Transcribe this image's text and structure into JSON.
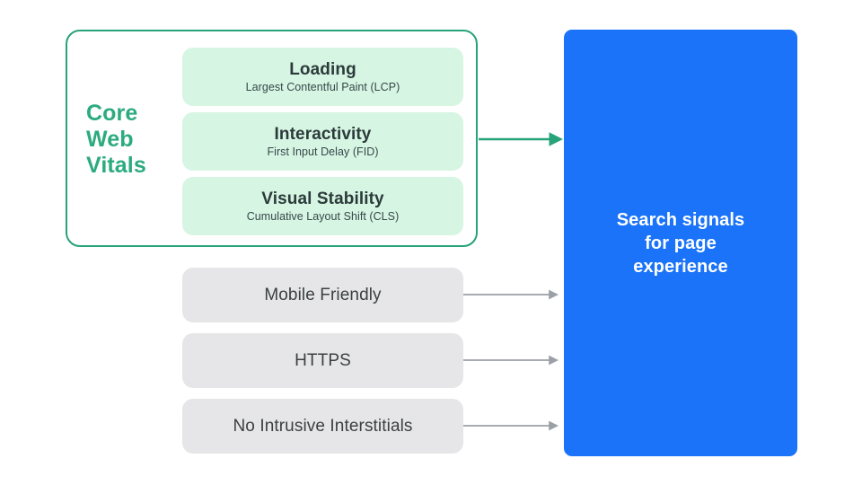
{
  "diagram": {
    "title_group": {
      "label_lines": [
        "Core",
        "Web",
        "Vitals"
      ],
      "label_full": "Core Web Vitals",
      "accent_color": "#2cab7f",
      "border_color": "#26a379"
    },
    "metrics": [
      {
        "title": "Loading",
        "subtitle": "Largest Contentful Paint (LCP)",
        "bg_color": "#d6f5e3"
      },
      {
        "title": "Interactivity",
        "subtitle": "First Input Delay (FID)",
        "bg_color": "#d6f5e3"
      },
      {
        "title": "Visual Stability",
        "subtitle": "Cumulative Layout Shift (CLS)",
        "bg_color": "#d6f5e3"
      }
    ],
    "other_signals": [
      {
        "label": "Mobile Friendly",
        "bg_color": "#e6e6e8"
      },
      {
        "label": "HTTPS",
        "bg_color": "#e6e6e8"
      },
      {
        "label": "No Intrusive Interstitials",
        "bg_color": "#e6e6e8"
      }
    ],
    "destination": {
      "text": "Search signals\nfor page\nexperience",
      "bg_color": "#1a73f8",
      "text_color": "#ffffff"
    },
    "arrows": [
      {
        "name": "core-web-vitals-arrow",
        "color": "#26a379"
      },
      {
        "name": "mobile-friendly-arrow",
        "color": "#9aa0a6"
      },
      {
        "name": "https-arrow",
        "color": "#9aa0a6"
      },
      {
        "name": "no-intrusive-interstitials-arrow",
        "color": "#9aa0a6"
      }
    ]
  }
}
